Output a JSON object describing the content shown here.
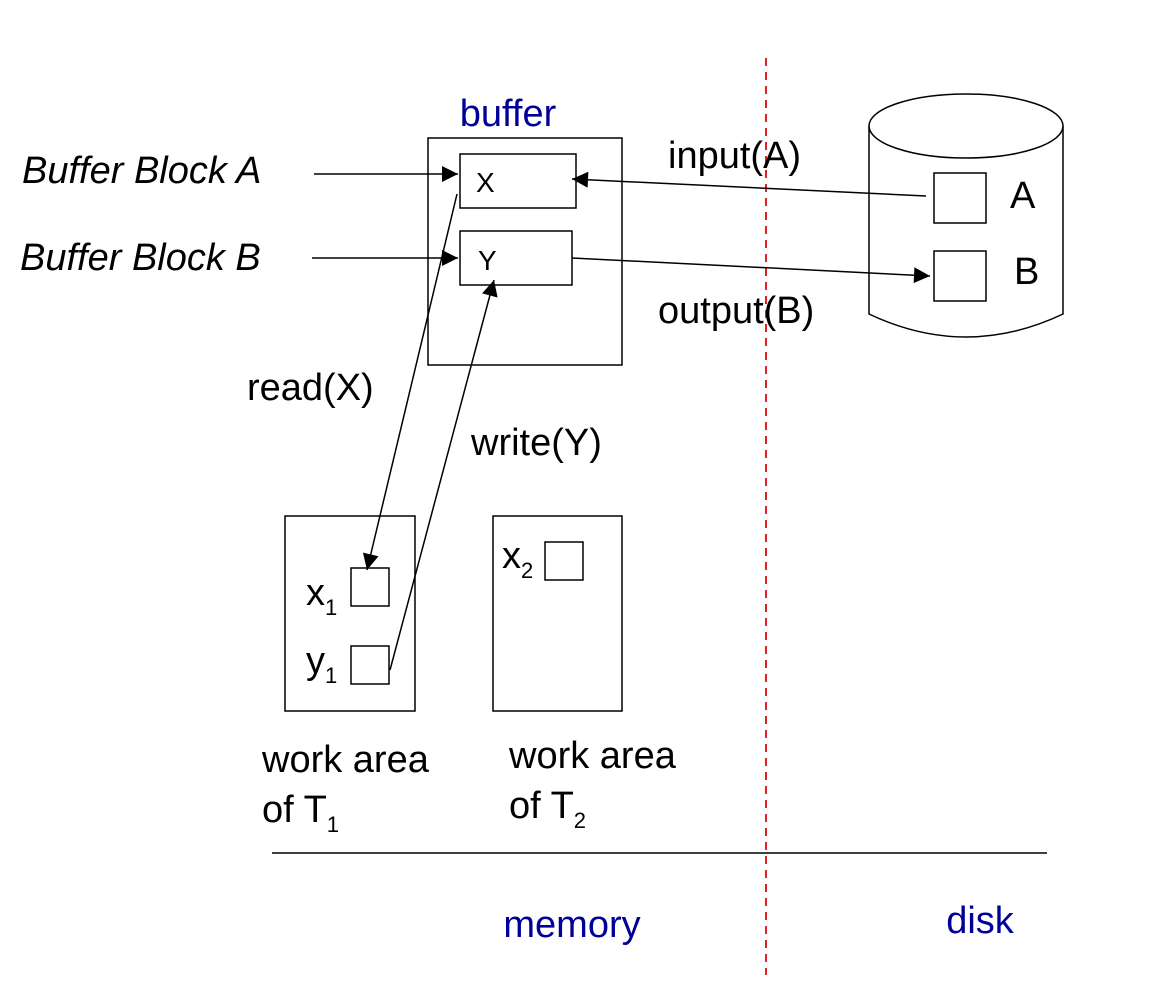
{
  "colors": {
    "ink": "#000000",
    "label_blue": "#000099",
    "divider_red": "#dd2222",
    "background": "#ffffff"
  },
  "labels": {
    "buffer": "buffer",
    "buffer_block_a": "Buffer Block A",
    "buffer_block_b": "Buffer Block B",
    "block_x": "X",
    "block_y": "Y",
    "disk_a": "A",
    "disk_b": "B",
    "input": "input(A)",
    "output": "output(B)",
    "read": "read(X)",
    "write": "write(Y)",
    "x1_base": "x",
    "x1_sub": "1",
    "y1_base": "y",
    "y1_sub": "1",
    "x2_base": "x",
    "x2_sub": "2",
    "work_area_t1_line1": "work area",
    "work_area_t1_line2": "of T",
    "work_area_t1_sub": "1",
    "work_area_t2_line1": "work area",
    "work_area_t2_line2": "of T",
    "work_area_t2_sub": "2",
    "memory": "memory",
    "disk": "disk"
  }
}
